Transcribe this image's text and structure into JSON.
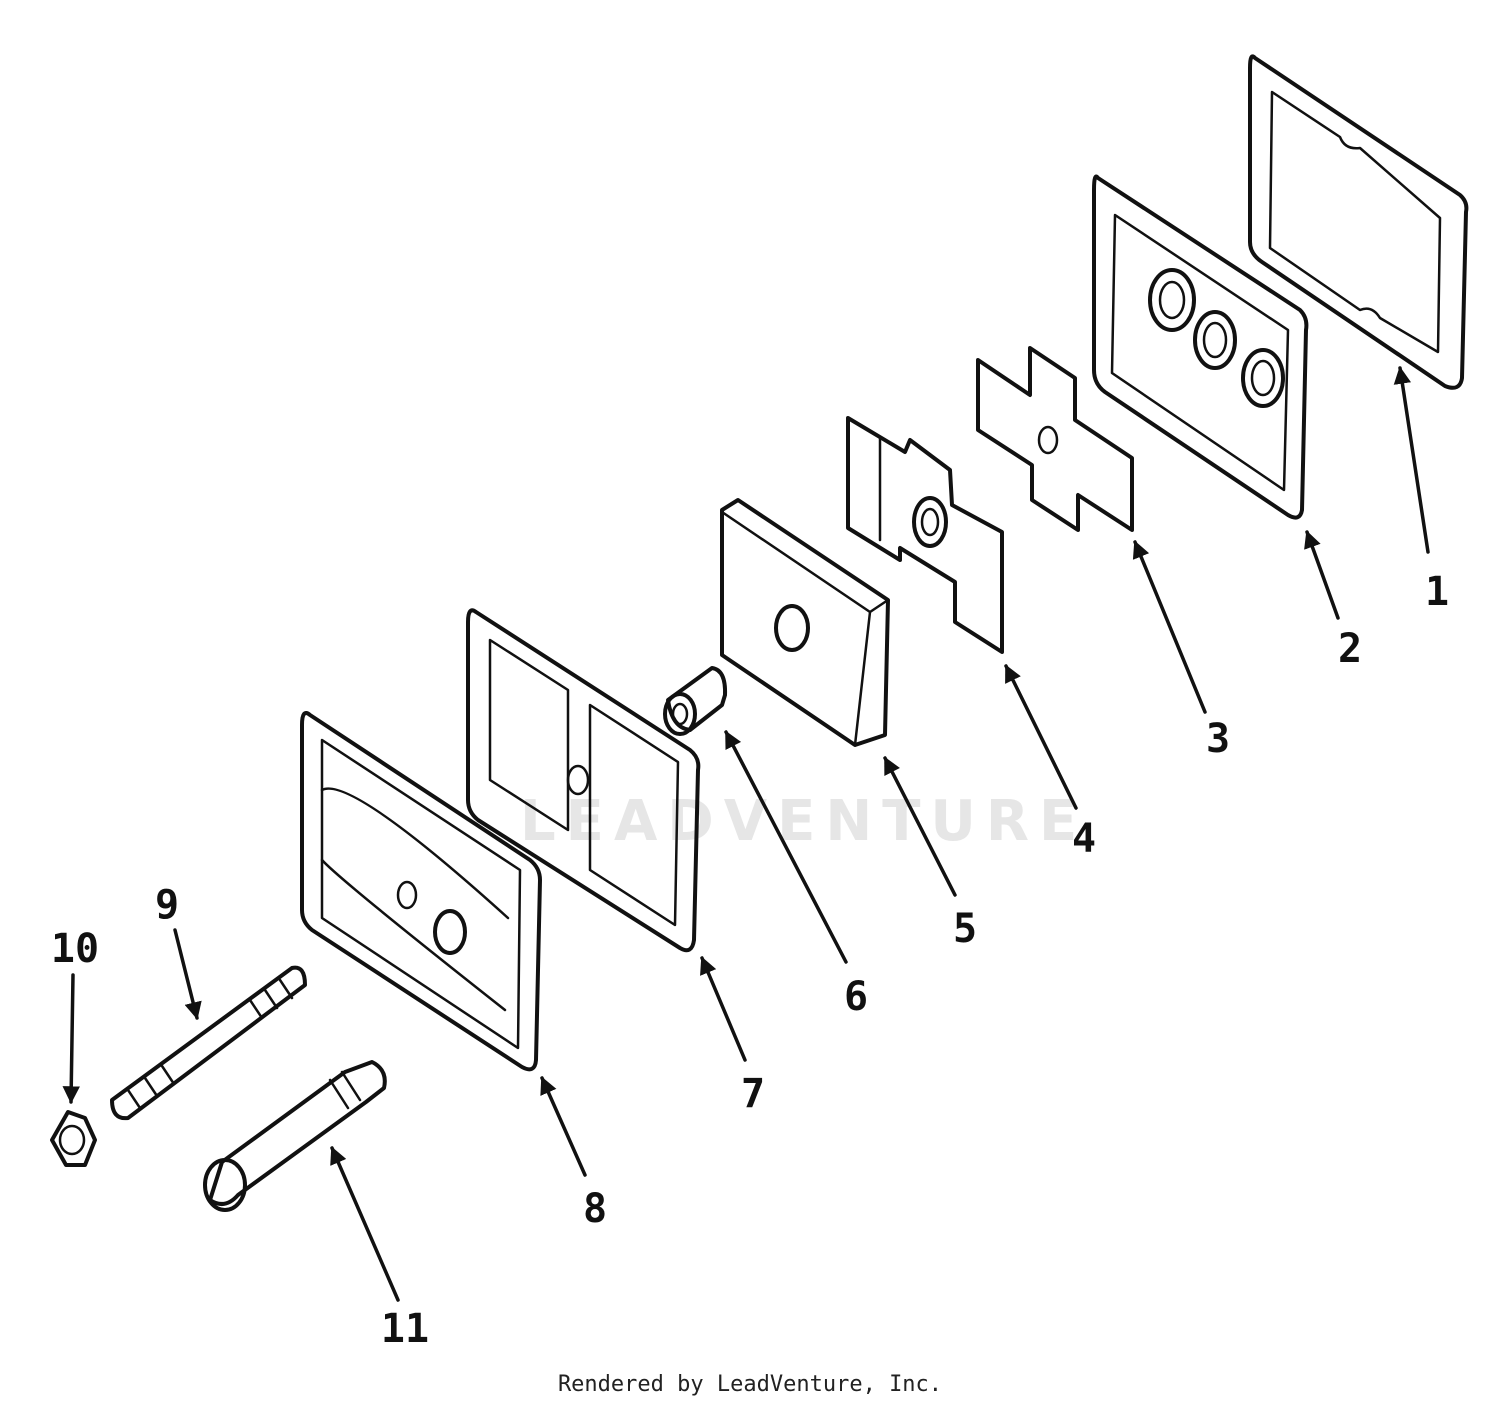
{
  "watermark": "LEADVENTURE",
  "footer": "Rendered by LeadVenture, Inc.",
  "callouts": [
    "1",
    "2",
    "3",
    "4",
    "5",
    "6",
    "7",
    "8",
    "9",
    "10",
    "11"
  ]
}
